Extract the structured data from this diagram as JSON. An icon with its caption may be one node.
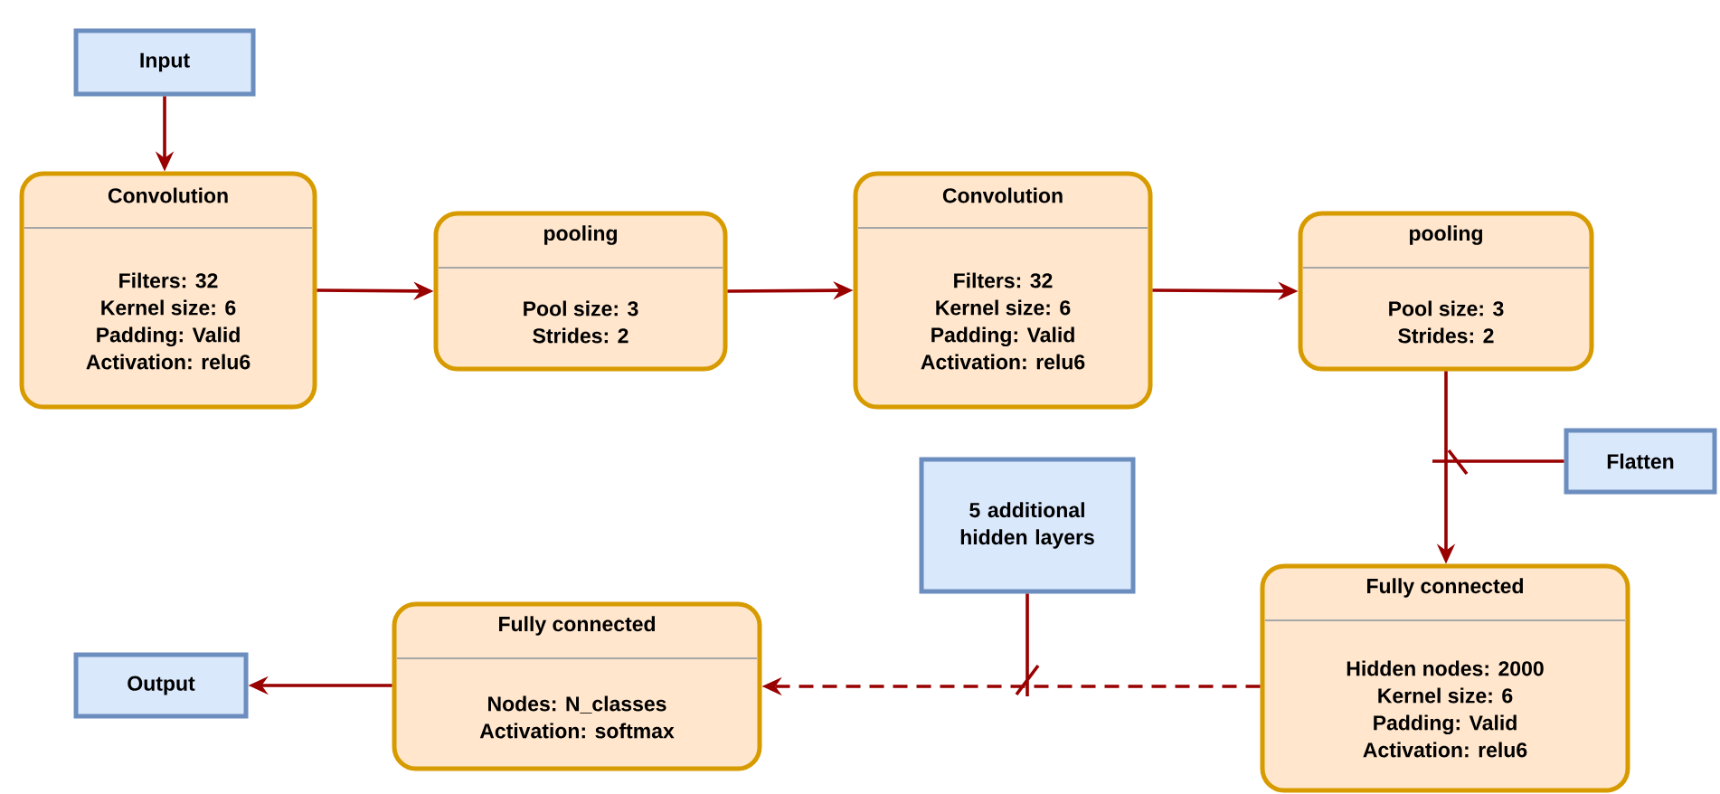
{
  "diagram": {
    "nodes": [
      {
        "text": [
          "Input"
        ]
      },
      {
        "text": [
          "Convolution",
          "Filters: 32",
          "Kernel size: 6",
          "Padding: Valid",
          "Activation: relu6"
        ]
      },
      {
        "text": [
          "pooling",
          "Pool size: 3",
          "Strides: 2"
        ]
      },
      {
        "text": [
          "Convolution",
          "Filters: 32",
          "Kernel size: 6",
          "Padding: Valid",
          "Activation: relu6"
        ]
      },
      {
        "text": [
          "pooling",
          "Pool size: 3",
          "Strides: 2"
        ]
      },
      {
        "text": [
          "Flatten"
        ]
      },
      {
        "text": [
          "5 additional hidden layers"
        ]
      },
      {
        "text": [
          "Output"
        ]
      },
      {
        "text": [
          "Fully connected",
          "Nodes: N_classes",
          "Activation: softmax"
        ]
      },
      {
        "text": [
          "Fully connected",
          "Hidden nodes: 2000",
          "Kernel size: 6",
          "Padding: Valid",
          "Activation: relu6"
        ]
      }
    ],
    "edges": [
      {
        "from": 0,
        "to": 1,
        "arrow": "to"
      },
      {
        "from": 1,
        "to": 2,
        "arrow": "to"
      },
      {
        "from": 2,
        "to": 3,
        "arrow": "to"
      },
      {
        "from": 3,
        "to": 4,
        "arrow": "to"
      },
      {
        "from": 4,
        "to": 9,
        "arrow": "to"
      },
      {
        "from": 5,
        "to": null,
        "arrow": "none"
      },
      {
        "from": 6,
        "to": null,
        "arrow": "none"
      },
      {
        "from": 9,
        "to": 8,
        "arrow": "to",
        "style": "dashed"
      },
      {
        "from": 8,
        "to": 7,
        "arrow": "to"
      }
    ]
  }
}
